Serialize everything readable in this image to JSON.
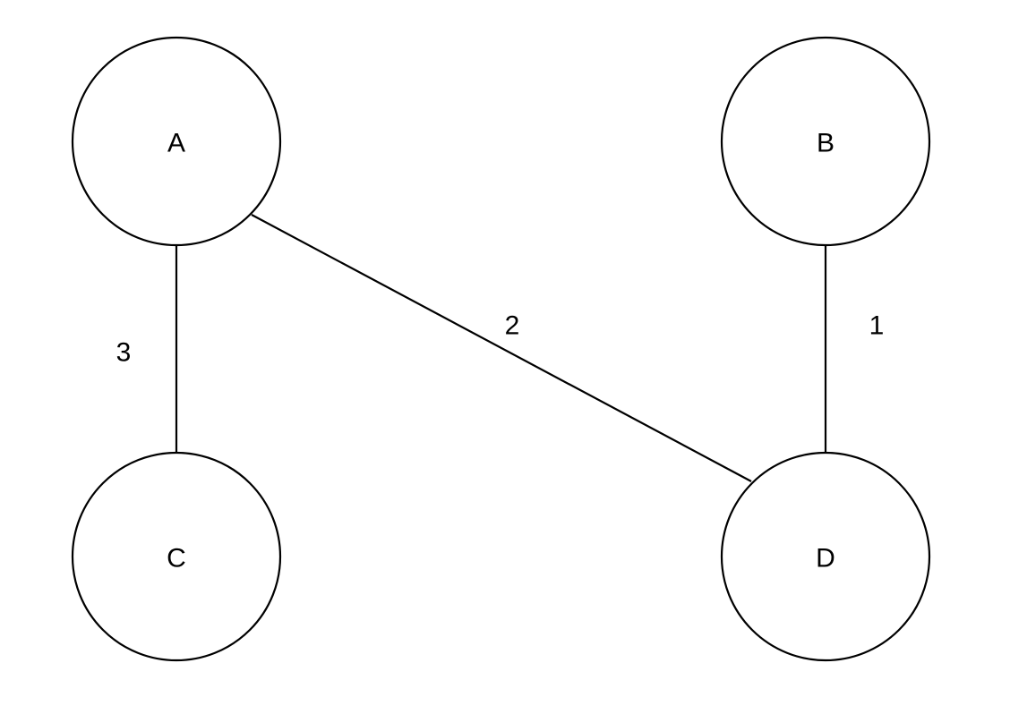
{
  "colors": {
    "background": "#ffffff",
    "stroke": "#000000",
    "text": "#000000"
  },
  "graph": {
    "nodes": [
      {
        "id": "A",
        "label": "A"
      },
      {
        "id": "B",
        "label": "B"
      },
      {
        "id": "C",
        "label": "C"
      },
      {
        "id": "D",
        "label": "D"
      }
    ],
    "edges": [
      {
        "from": "A",
        "to": "C",
        "label": "3"
      },
      {
        "from": "A",
        "to": "D",
        "label": "2"
      },
      {
        "from": "B",
        "to": "D",
        "label": "1"
      }
    ]
  }
}
